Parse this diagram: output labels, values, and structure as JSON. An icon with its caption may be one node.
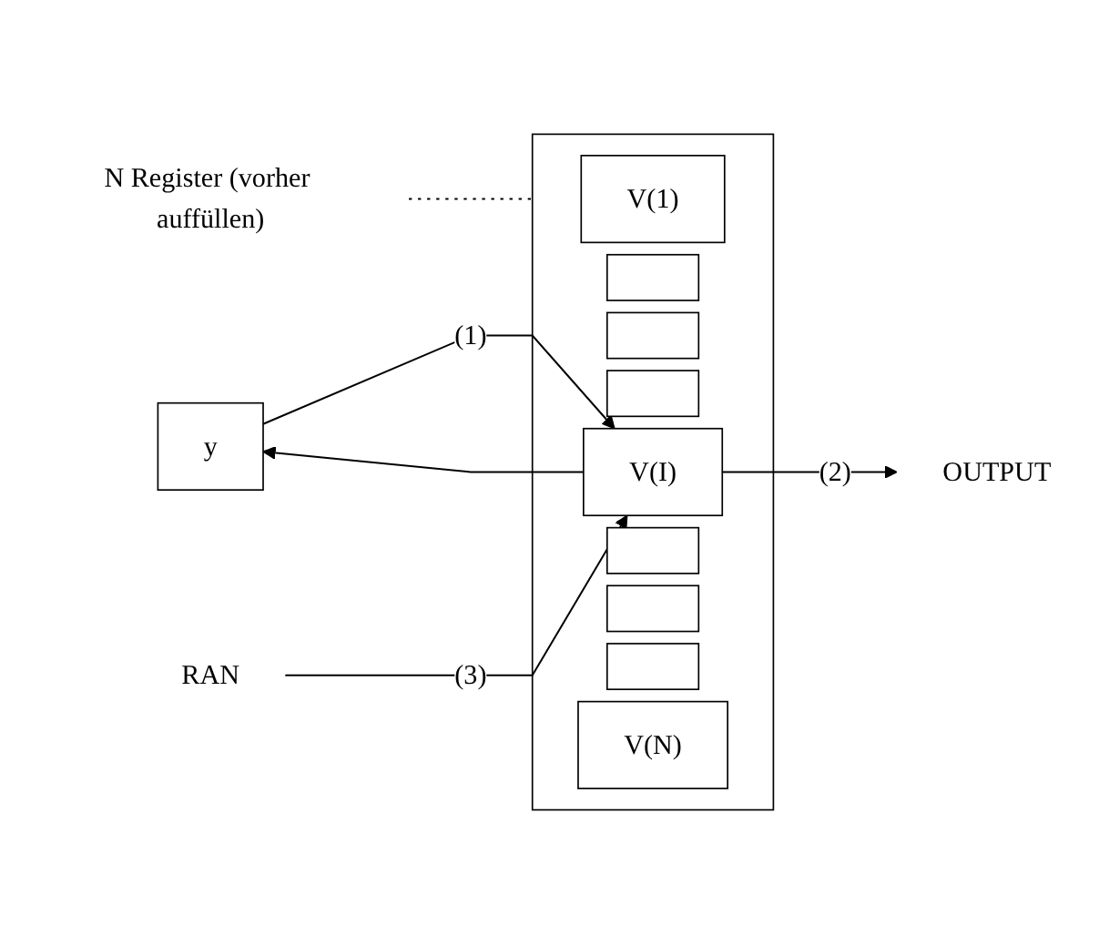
{
  "diagram": {
    "nodes": [
      {
        "text": [
          "y"
        ]
      },
      {
        "text": [],
        "shape": "box"
      },
      {
        "text": [
          "V(1)"
        ],
        "in": 1
      },
      {
        "text": [],
        "shape": "box",
        "in": 1
      },
      {
        "text": [],
        "shape": "box",
        "in": 1
      },
      {
        "text": [],
        "shape": "box",
        "in": 1
      },
      {
        "text": [
          "V(I)"
        ],
        "in": 1
      },
      {
        "text": [],
        "shape": "box",
        "in": 1
      },
      {
        "text": [],
        "shape": "box",
        "in": 1
      },
      {
        "text": [],
        "shape": "box",
        "in": 1
      },
      {
        "text": [
          "V(N)"
        ],
        "in": 1
      },
      {
        "text": [
          "RAN"
        ]
      },
      {
        "text": [
          "OUTPUT"
        ]
      },
      {
        "text": [
          "N Register (vorher auffüllen)"
        ]
      }
    ],
    "edges": [
      {
        "from": 0,
        "to": 6,
        "arrow": "to",
        "label": "(1)"
      },
      {
        "from": 6,
        "to": 0,
        "arrow": "to"
      },
      {
        "from": 6,
        "to": 12,
        "arrow": "to",
        "label": "(2)"
      },
      {
        "from": 11,
        "to": 6,
        "arrow": "to",
        "label": "(3)"
      },
      {
        "from": 13,
        "to": 1,
        "arrow": "none",
        "style": "dashed"
      }
    ]
  }
}
